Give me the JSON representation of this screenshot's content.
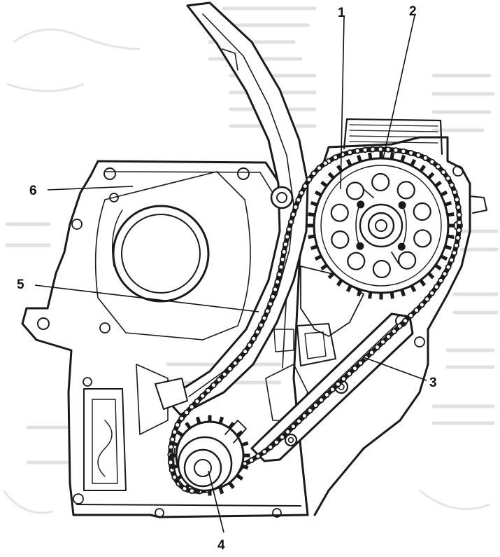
{
  "diagram": {
    "callouts": [
      {
        "id": "1",
        "label": "1"
      },
      {
        "id": "2",
        "label": "2"
      },
      {
        "id": "3",
        "label": "3"
      },
      {
        "id": "4",
        "label": "4"
      },
      {
        "id": "5",
        "label": "5"
      },
      {
        "id": "6",
        "label": "6"
      }
    ]
  },
  "colors": {
    "ink": "#1a1a1a",
    "background": "#ffffff",
    "faded_text": "#b9b9b9"
  }
}
